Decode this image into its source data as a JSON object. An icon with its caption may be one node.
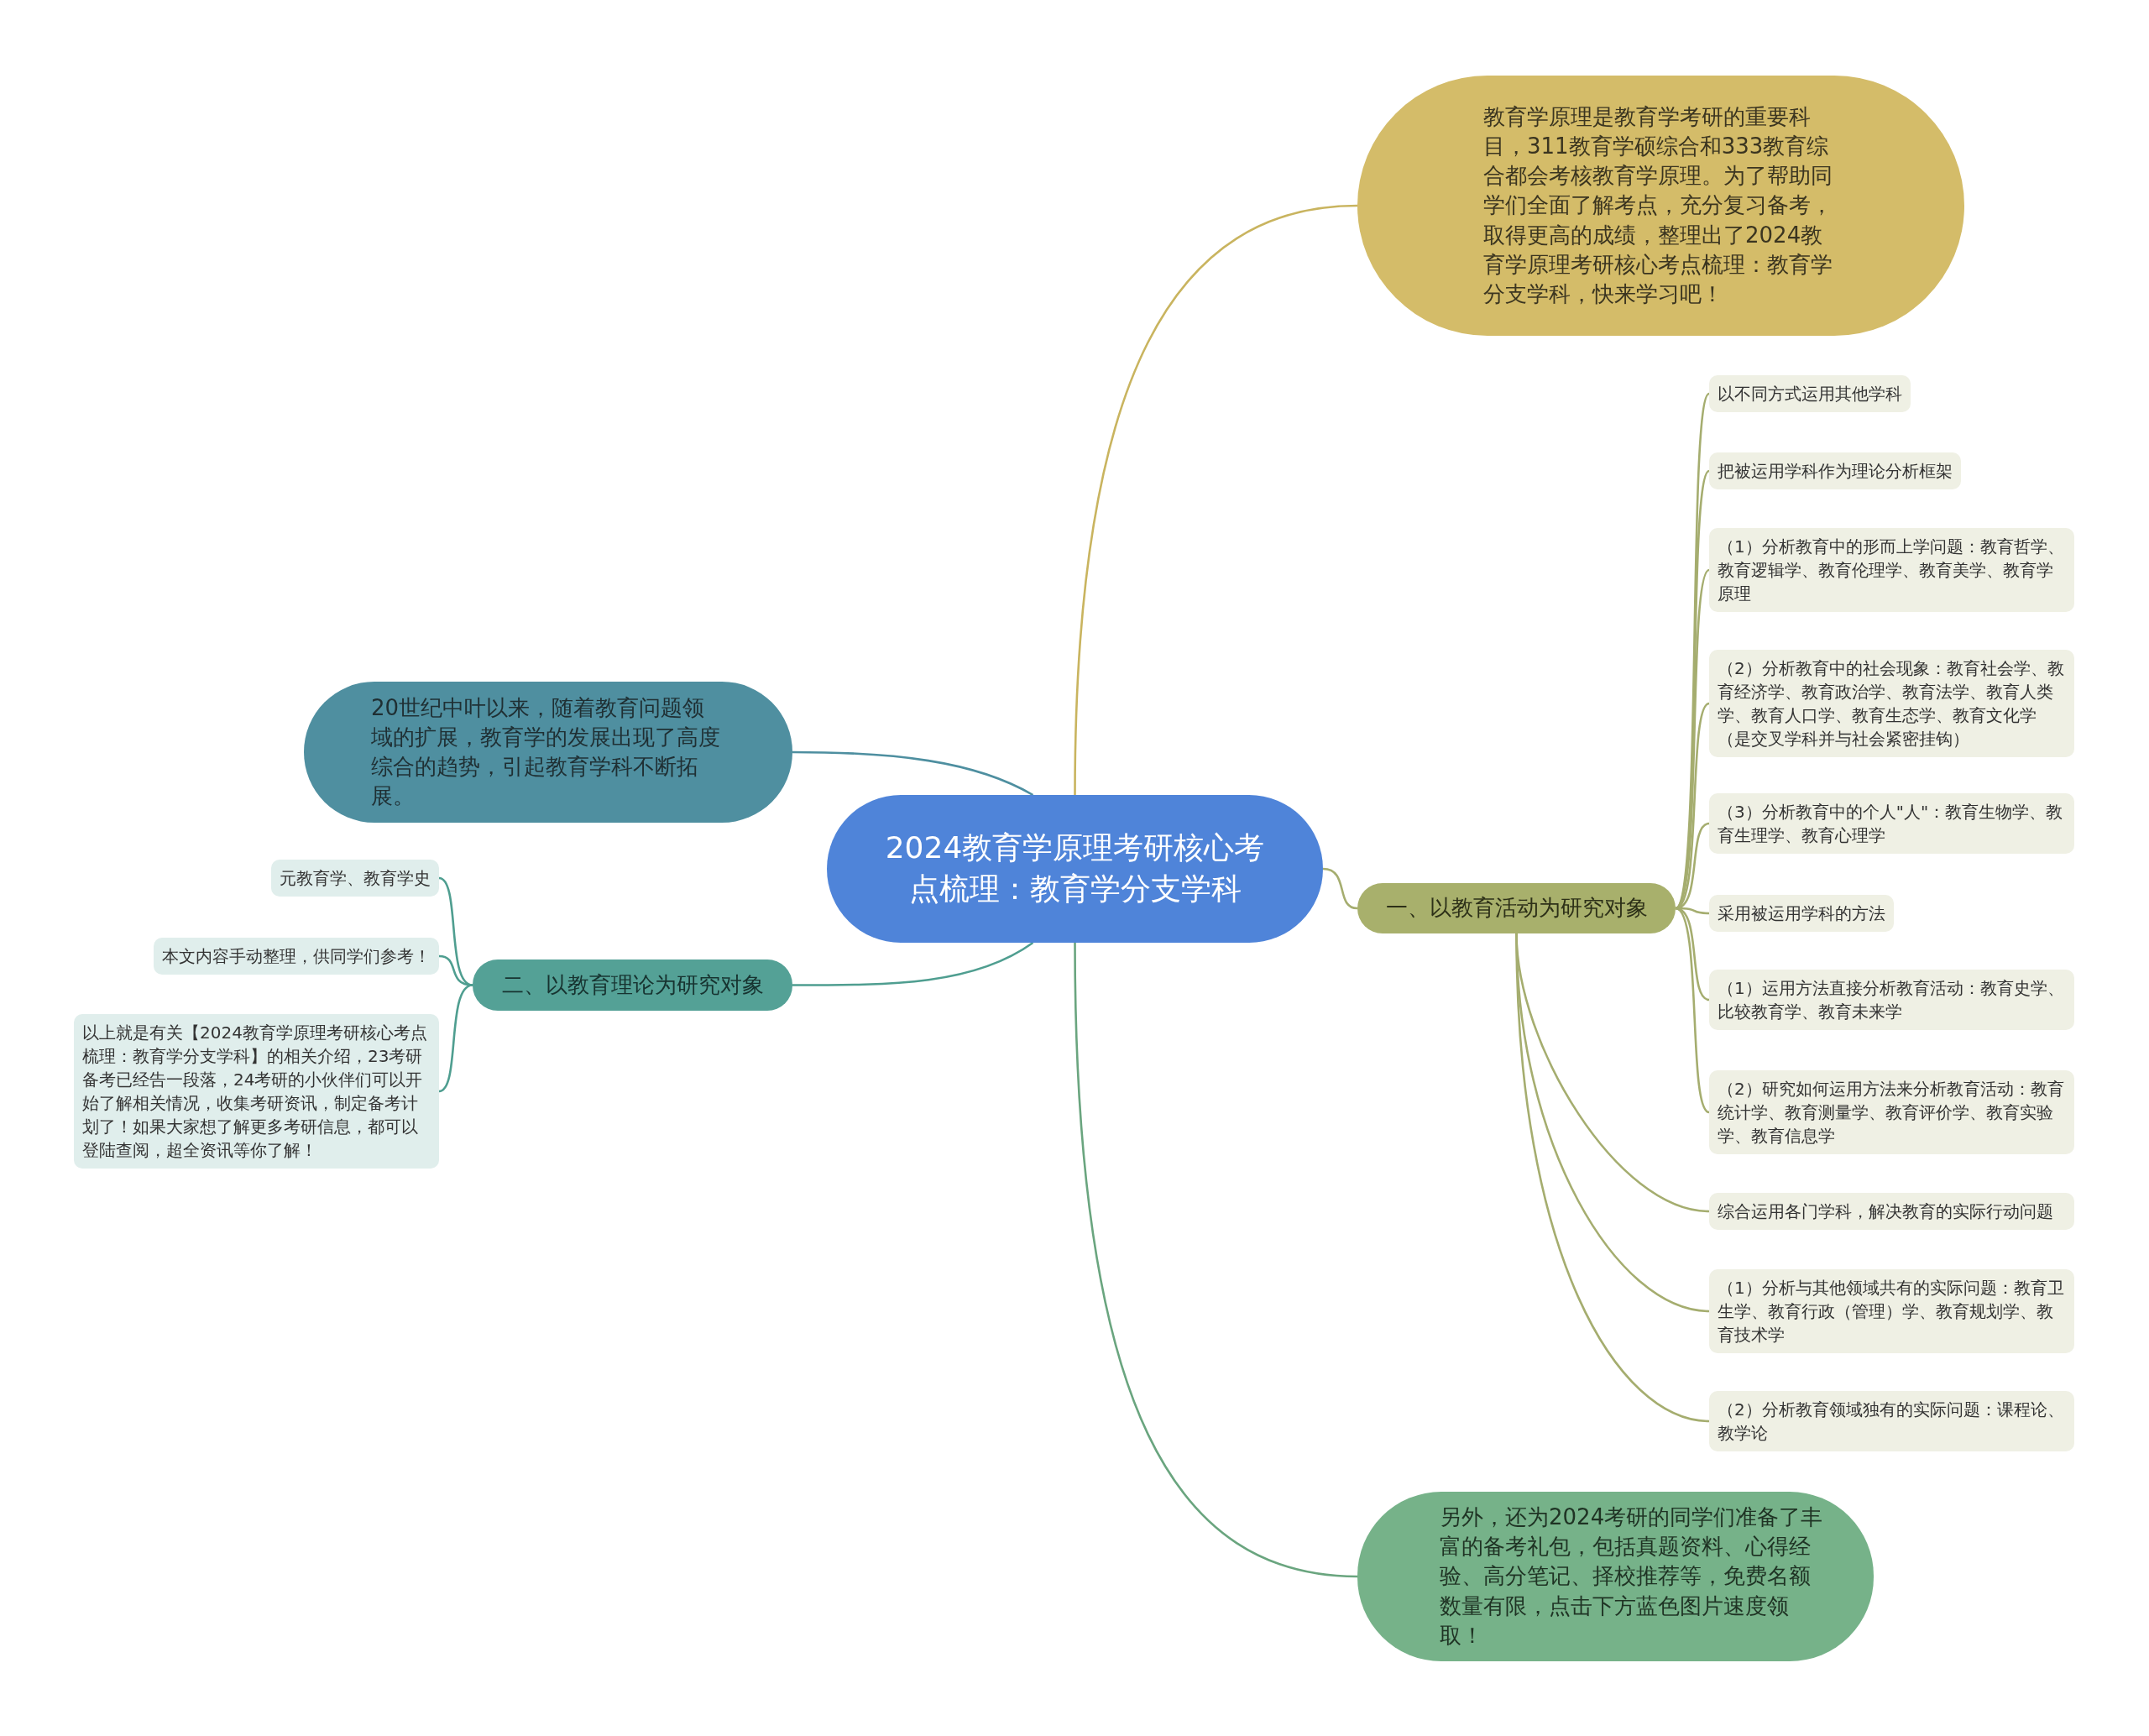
{
  "diagram": {
    "nodes": [
      {
        "text": [
          "2024教育学原理考研核心考点梳理：教育学分支学科"
        ]
      },
      {
        "text": [
          "教育学原理是教育学考研的重要科目，311教育学硕综合和333教育综合都会考核教育学原理。为了帮助同学们全面了解考点，充分复习备考，取得更高的成绩，整理出了2024教育学原理考研核心考点梳理：教育学分支学科，快来学习吧！"
        ]
      },
      {
        "text": [
          "20世纪中叶以来，随着教育问题领域的扩展，教育学的发展出现了高度综合的趋势，引起教育学科不断拓展。"
        ]
      },
      {
        "text": [
          "一、以教育活动为研究对象"
        ]
      },
      {
        "text": [
          "以不同方式运用其他学科"
        ]
      },
      {
        "text": [
          "把被运用学科作为理论分析框架"
        ]
      },
      {
        "text": [
          "（1）分析教育中的形而上学问题：教育哲学、教育逻辑学、教育伦理学、教育美学、教育学原理"
        ]
      },
      {
        "text": [
          "（2）分析教育中的社会现象：教育社会学、教育经济学、教育政治学、教育法学、教育人类学、教育人口学、教育生态学、教育文化学（是交叉学科并与社会紧密挂钩）"
        ]
      },
      {
        "text": [
          "（3）分析教育中的个人\"人\"：教育生物学、教育生理学、教育心理学"
        ]
      },
      {
        "text": [
          "采用被运用学科的方法"
        ]
      },
      {
        "text": [
          "（1）运用方法直接分析教育活动：教育史学、比较教育学、教育未来学"
        ]
      },
      {
        "text": [
          "（2）研究如何运用方法来分析教育活动：教育统计学、教育测量学、教育评价学、教育实验学、教育信息学"
        ]
      },
      {
        "text": [
          "综合运用各门学科，解决教育的实际行动问题"
        ]
      },
      {
        "text": [
          "（1）分析与其他领域共有的实际问题：教育卫生学、教育行政（管理）学、教育规划学、教育技术学"
        ]
      },
      {
        "text": [
          "（2）分析教育领域独有的实际问题：课程论、教学论"
        ]
      },
      {
        "text": [
          "二、以教育理论为研究对象"
        ]
      },
      {
        "text": [
          "元教育学、教育学史"
        ]
      },
      {
        "text": [
          "本文内容手动整理，供同学们参考！"
        ]
      },
      {
        "text": [
          "以上就是有关【2024教育学原理考研核心考点梳理：教育学分支学科】的相关介绍，23考研备考已经告一段落，24考研的小伙伴们可以开始了解相关情况，收集考研资讯，制定备考计划了！如果大家想了解更多考研信息，都可以登陆查阅，超全资讯等你了解！"
        ]
      },
      {
        "text": [
          "另外，还为2024考研的同学们准备了丰富的备考礼包，包括真题资料、心得经验、高分笔记、择校推荐等，免费名额数量有限，点击下方蓝色图片速度领取！"
        ]
      }
    ],
    "edges": [
      {
        "from": 0,
        "to": 1,
        "arrow": "none",
        "color": "#c9b45f"
      },
      {
        "from": 0,
        "to": 2,
        "arrow": "none",
        "color": "#4e8fa0"
      },
      {
        "from": 0,
        "to": 3,
        "arrow": "none"
      },
      {
        "from": 3,
        "to": 4,
        "arrow": "none"
      },
      {
        "from": 3,
        "to": 5,
        "arrow": "none"
      },
      {
        "from": 3,
        "to": 6,
        "arrow": "none"
      },
      {
        "from": 3,
        "to": 7,
        "arrow": "none"
      },
      {
        "from": 3,
        "to": 8,
        "arrow": "none"
      },
      {
        "from": 3,
        "to": 9,
        "arrow": "none"
      },
      {
        "from": 3,
        "to": 10,
        "arrow": "none"
      },
      {
        "from": 3,
        "to": 11,
        "arrow": "none"
      },
      {
        "from": 3,
        "to": 12,
        "arrow": "none"
      },
      {
        "from": 3,
        "to": 13,
        "arrow": "none"
      },
      {
        "from": 3,
        "to": 14,
        "arrow": "none"
      },
      {
        "from": 0,
        "to": 15,
        "arrow": "none",
        "color": "#4f9e90"
      },
      {
        "from": 15,
        "to": 16,
        "arrow": "none",
        "color": "#4f9e90"
      },
      {
        "from": 15,
        "to": 17,
        "arrow": "none",
        "color": "#4f9e90"
      },
      {
        "from": 15,
        "to": 18,
        "arrow": "none",
        "color": "#4f9e90"
      },
      {
        "from": 0,
        "to": 19,
        "arrow": "none",
        "color": "#6aa57f"
      }
    ]
  }
}
